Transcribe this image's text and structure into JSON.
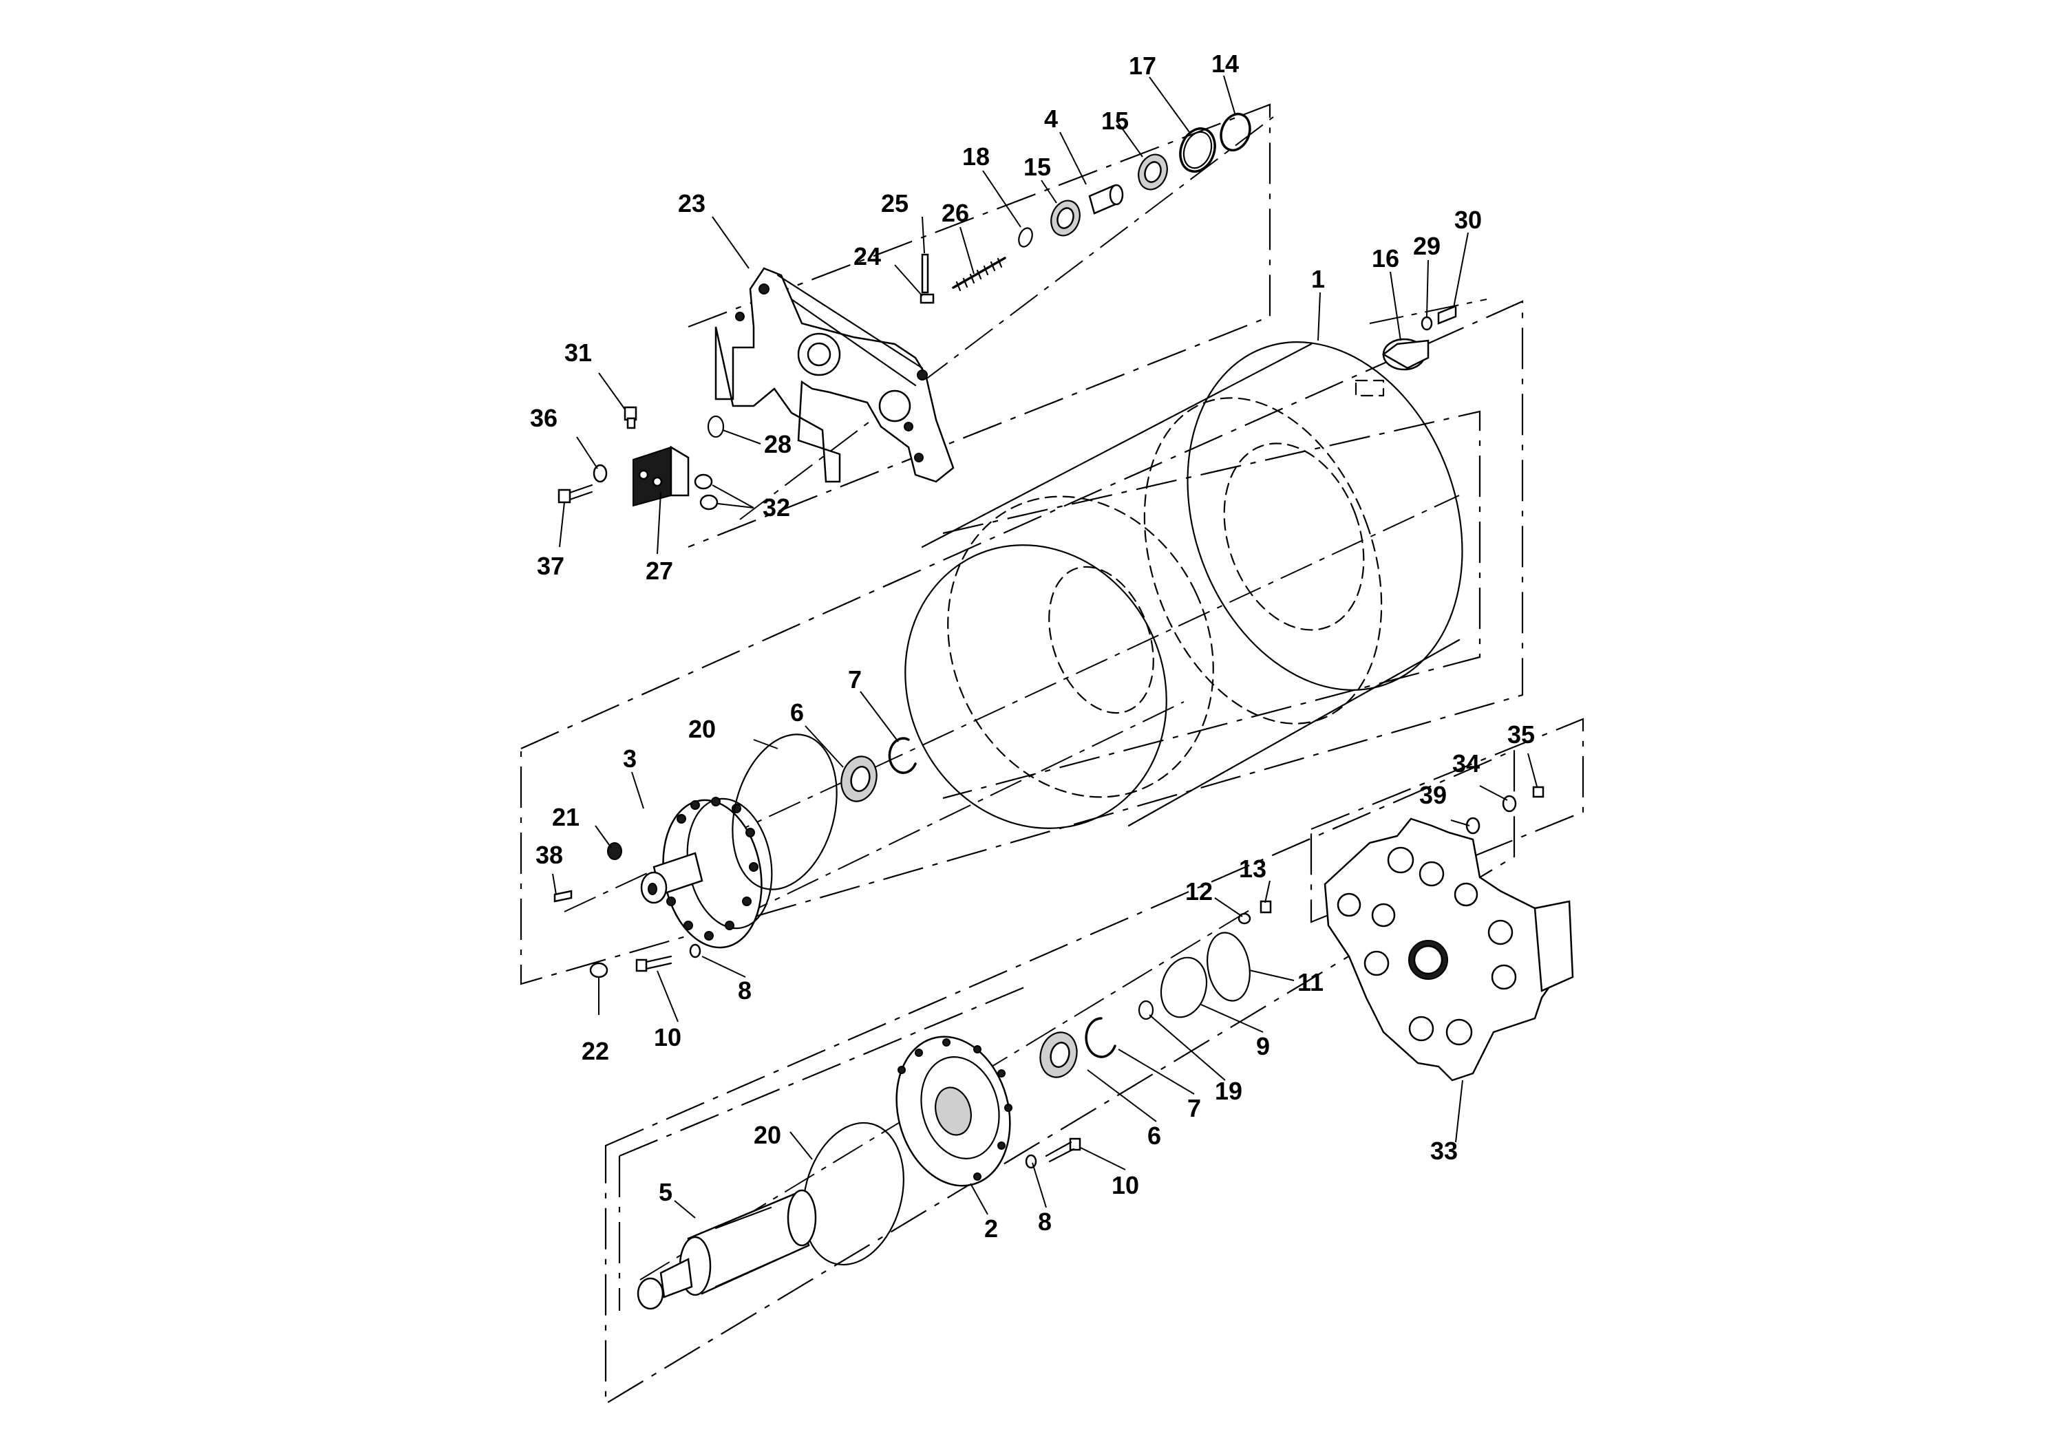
{
  "callouts": [
    {
      "id": "c1",
      "text": "1"
    },
    {
      "id": "c2",
      "text": "2"
    },
    {
      "id": "c3",
      "text": "3"
    },
    {
      "id": "c4",
      "text": "4"
    },
    {
      "id": "c5",
      "text": "5"
    },
    {
      "id": "c6a",
      "text": "6"
    },
    {
      "id": "c6b",
      "text": "6"
    },
    {
      "id": "c7a",
      "text": "7"
    },
    {
      "id": "c7b",
      "text": "7"
    },
    {
      "id": "c8a",
      "text": "8"
    },
    {
      "id": "c8b",
      "text": "8"
    },
    {
      "id": "c9",
      "text": "9"
    },
    {
      "id": "c10a",
      "text": "10"
    },
    {
      "id": "c10b",
      "text": "10"
    },
    {
      "id": "c11",
      "text": "11"
    },
    {
      "id": "c12",
      "text": "12"
    },
    {
      "id": "c13",
      "text": "13"
    },
    {
      "id": "c14",
      "text": "14"
    },
    {
      "id": "c15a",
      "text": "15"
    },
    {
      "id": "c15b",
      "text": "15"
    },
    {
      "id": "c16",
      "text": "16"
    },
    {
      "id": "c17",
      "text": "17"
    },
    {
      "id": "c18",
      "text": "18"
    },
    {
      "id": "c19",
      "text": "19"
    },
    {
      "id": "c20a",
      "text": "20"
    },
    {
      "id": "c20b",
      "text": "20"
    },
    {
      "id": "c21",
      "text": "21"
    },
    {
      "id": "c22",
      "text": "22"
    },
    {
      "id": "c23",
      "text": "23"
    },
    {
      "id": "c24",
      "text": "24"
    },
    {
      "id": "c25",
      "text": "25"
    },
    {
      "id": "c26",
      "text": "26"
    },
    {
      "id": "c27",
      "text": "27"
    },
    {
      "id": "c28",
      "text": "28"
    },
    {
      "id": "c29",
      "text": "29"
    },
    {
      "id": "c30",
      "text": "30"
    },
    {
      "id": "c31",
      "text": "31"
    },
    {
      "id": "c32",
      "text": "32"
    },
    {
      "id": "c33",
      "text": "33"
    },
    {
      "id": "c34",
      "text": "34"
    },
    {
      "id": "c35",
      "text": "35"
    },
    {
      "id": "c36",
      "text": "36"
    },
    {
      "id": "c37",
      "text": "37"
    },
    {
      "id": "c38",
      "text": "38"
    },
    {
      "id": "c39",
      "text": "39"
    }
  ]
}
